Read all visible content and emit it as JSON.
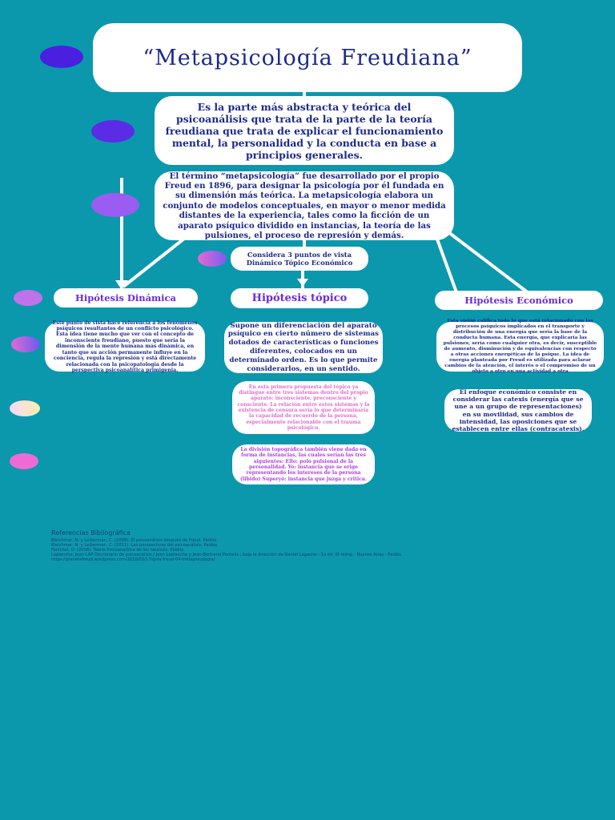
{
  "title": "“Metapsicología Freudiana”",
  "definition": "Es la parte más abstracta y teórica del psicoanálisis que trata de la parte de la teoría freudiana que trata de explicar el funcionamiento mental, la personalidad y la conducta en base a principios generales.",
  "term": "El término “metapsicología” fue desarrollado por el propio Freud en 1896, para designar la psicología por él fundada en su dimensión más teórica. La metapsicología elabora un conjunto de modelos conceptuales, en mayor o menor medida distantes de la experiencia, tales como la ficción de un aparato psíquico dividido en instancias, la teoría de las pulsiones, el proceso de represión y demás.",
  "points": "Considera 3 puntos de vista Dinámico Tópico Económico",
  "dinamica": {
    "heading": "Hipótesis Dinámica",
    "text": "Este punto de vista hace referencia a los fenómenos psíquicos resultantes de un conflicto psicológico. Esta idea tiene mucho que ver con el concepto de inconsciente freudiano, puesto que sería la dimensión de la mente humana más dinámica, en tanto que su acción permanente influye en la conciencia, regula la represión y está directamente relacionada con la psicopatología desde la perspectiva psicoanalítica primigenia."
  },
  "topico": {
    "heading": "Hipótesis tópico",
    "text": "Supone un diferenciación del aparato psíquico en cierto número de sistemas dotados de características o funciones diferentes, colocados en un determinado orden. Es lo que permite considerarlos, en un sentido.",
    "text2": "En esta primera propuesta del tópico ya distingue entre tres sistemas dentro del propio aparato: inconsciente, preconsciente y consciente. La relación entre estos sistemas y la existencia de censura sería lo que determinaría la capacidad de recuerdo de la persona, especialmente relacionable con el trauma psicológico.",
    "text3": "La división topográfica también viene dada en forma de instancias, las cuales serían las tres siguientes: Ello: polo pulsional de la personalidad. Yo: instancia que se erige representando los intereses de la persona (libido) Superyó: instancia que juzga y critica."
  },
  "economico": {
    "heading": "Hipótesis Económico",
    "text": "Esta visión califica todo lo que está relacionado con los procesos psíquicos implicados en el transporte y distribución de una energía que sería la base de la conducta humana. Esta energía, que explicaría las pulsiones, sería como cualquier otra, es decir, susceptible de aumento, disminución y de equivalencias con respecto a otras acciones energéticas de la psique. La idea de energía planteada por Freud es utilizada para aclarar cambios de la atención, el interés o el compromiso de un objeto a otro en una actividad a otra",
    "text2": "El enfoque económico consiste en considerar las catexis (energía que se une a un grupo de representaciones) en su movilidad, sus cambios de intensidad, las oposiciones que se establecen entre ellas (contracatexis)."
  },
  "references": {
    "title": "Referencias Bibliográfica",
    "lines": [
      "Bleichmar, N. y Leiberman, C. (2008). El psicoanálisis después de Freud. Paidós.",
      "Bleichmar, N. y Leiberman, C. (2011). Las perspectivas del psicoanálisis. Paidós.",
      "Fenichel, O. (2008). Teoría Psicoanalítica de las neurosis. Paidós.",
      "Laplanche, Jean LAP Diccionario de psicoanálisis / Jean Laplanche y Jean-Bertrand Pontalis ; bajo la dirección de Daniel Lagache.- 1a ed. 6f reimp.- Buenos Aires : Paidós.",
      "https://planetafreud.wordpress.com/2010/03/17/guia-freud-04-metapsicologia/"
    ]
  },
  "colors": {
    "background": "#0b98ad",
    "box": "#ffffff",
    "title_text": "#1c2a8c",
    "heading_text": "#6c2bd9"
  }
}
